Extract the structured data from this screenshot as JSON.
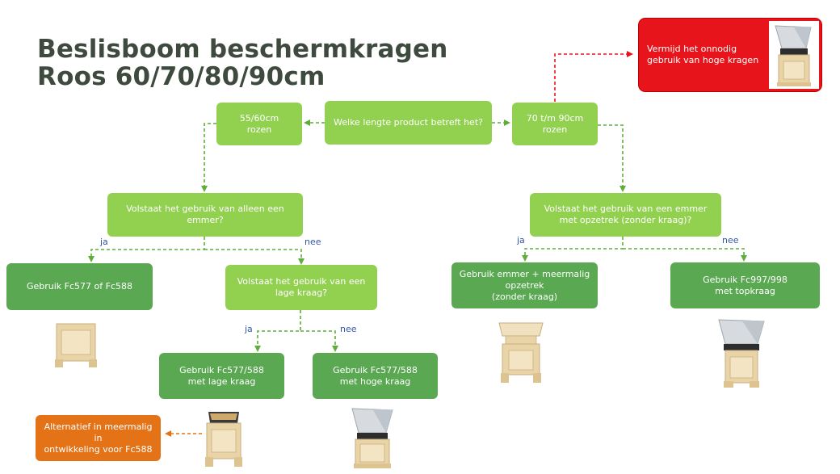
{
  "title": {
    "line1": "Beslisboom beschermkragen",
    "line2": "Roos 60/70/80/90cm"
  },
  "nodes": {
    "question_length": "Welke lengte product betreft het?",
    "short_roses": "55/60cm\nrozen",
    "long_roses": "70 t/m 90cm\nrozen",
    "warning": "Vermijd het onnodig gebruik van hoge kragen",
    "question_bucket_only": "Volstaat het gebruik van alleen een emmer?",
    "question_bucket_opzetrek": "Volstaat het gebruik van een emmer met opzetrek (zonder kraag)?",
    "use_fc577_fc588": "Gebruik Fc577 of Fc588",
    "question_low_collar": "Volstaat het gebruik van een lage kraag?",
    "use_bucket_opzetrek": "Gebruik emmer +  meermalig\nopzetrek\n(zonder kraag)",
    "use_fc997_998": "Gebruik Fc997/998\nmet topkraag",
    "use_low_collar": "Gebruik Fc577/588\nmet lage kraag",
    "use_high_collar": "Gebruik Fc577/588\nmet hoge kraag",
    "alternative": "Alternatief in meermalig in\nontwikkeling voor Fc588"
  },
  "labels": {
    "yes": "ja",
    "no": "nee"
  },
  "colors": {
    "light_green": "#92d050",
    "dark_green": "#5aa852",
    "connector": "#5fae3c",
    "red": "#e8141b",
    "orange": "#e47318",
    "title": "#3f4a3f"
  },
  "icons": [
    "bucket-holder-plain",
    "bucket-holder-low-collar",
    "bucket-holder-high-collar",
    "bucket-holder-opzetrek",
    "bucket-holder-topkraag"
  ]
}
